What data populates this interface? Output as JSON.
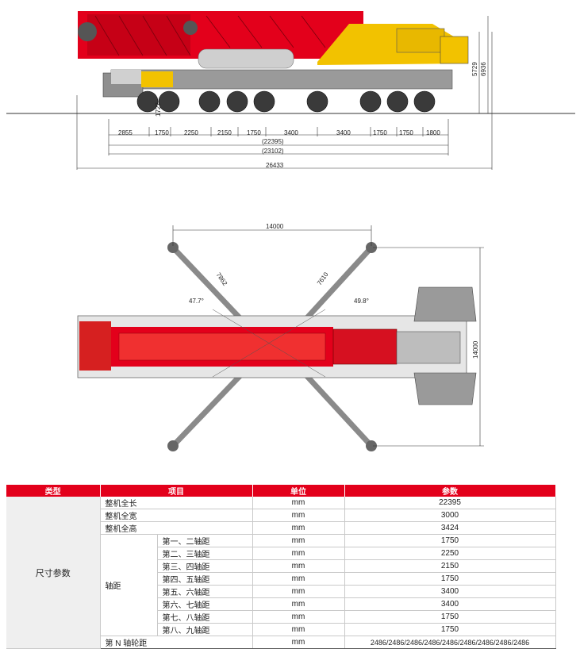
{
  "side_view": {
    "heights": [
      "5729",
      "6936"
    ],
    "segment_labels": [
      "2855",
      "1727",
      "1750",
      "2250",
      "2150",
      "1750",
      "3400",
      "3400",
      "1750",
      "1750",
      "1800"
    ],
    "overall_lengths": [
      "(22395)",
      "(23102)",
      "26433"
    ]
  },
  "top_view": {
    "outrigger_span": "14000",
    "outrigger_span_side": "14000",
    "outrigger_left_len": "7862",
    "outrigger_right_len": "7610",
    "angle_left": "47.7°",
    "angle_right": "49.8°"
  },
  "colors": {
    "brand_red": "#e3001b",
    "body_yellow": "#f2c200",
    "chassis_gray": "#9a9a9a"
  },
  "table": {
    "headers": [
      "类型",
      "项目",
      "单位",
      "参数"
    ],
    "category": "尺寸参数",
    "rows_top": [
      {
        "item": "整机全长",
        "unit": "mm",
        "value": "22395"
      },
      {
        "item": "整机全宽",
        "unit": "mm",
        "value": "3000"
      },
      {
        "item": "整机全高",
        "unit": "mm",
        "value": "3424"
      }
    ],
    "axle_group": "轴距",
    "axle_rows": [
      {
        "item": "第一、二轴距",
        "unit": "mm",
        "value": "1750"
      },
      {
        "item": "第二、三轴距",
        "unit": "mm",
        "value": "2250"
      },
      {
        "item": "第三、四轴距",
        "unit": "mm",
        "value": "2150"
      },
      {
        "item": "第四、五轴距",
        "unit": "mm",
        "value": "1750"
      },
      {
        "item": "第五、六轴距",
        "unit": "mm",
        "value": "3400"
      },
      {
        "item": "第六、七轴距",
        "unit": "mm",
        "value": "3400"
      },
      {
        "item": "第七、八轴距",
        "unit": "mm",
        "value": "1750"
      },
      {
        "item": "第八、九轴距",
        "unit": "mm",
        "value": "1750"
      }
    ],
    "track_row": {
      "item": "第 N 轴轮距",
      "unit": "mm",
      "value": "2486/2486/2486/2486/2486/2486/2486/2486/2486"
    }
  }
}
